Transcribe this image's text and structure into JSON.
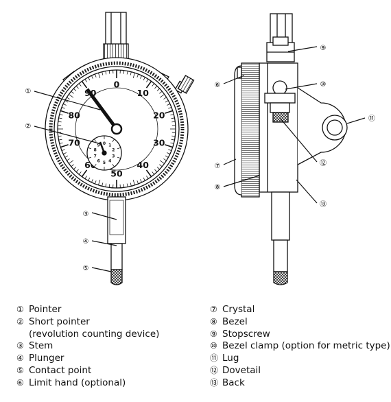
{
  "dial": {
    "major_numbers": [
      "0",
      "10",
      "20",
      "30",
      "40",
      "50",
      "60",
      "70",
      "80",
      "90"
    ],
    "revolution_numbers": [
      "0",
      "1",
      "2",
      "3",
      "4",
      "5",
      "6",
      "7",
      "8",
      "9"
    ]
  },
  "callouts": {
    "left": [
      "①",
      "②",
      "③",
      "④",
      "⑤"
    ],
    "right": [
      "⑥",
      "⑦",
      "⑧",
      "⑨",
      "⑩",
      "⑪",
      "⑫",
      "⑬"
    ]
  },
  "legend_left": [
    {
      "num": "①",
      "label": "Pointer"
    },
    {
      "num": "②",
      "label": "Short pointer",
      "continuation": "(revolution counting device)"
    },
    {
      "num": "③",
      "label": "Stem"
    },
    {
      "num": "④",
      "label": "Plunger"
    },
    {
      "num": "⑤",
      "label": "Contact point"
    },
    {
      "num": "⑥",
      "label": "Limit hand (optional)"
    }
  ],
  "legend_right": [
    {
      "num": "⑦",
      "label": "Crystal"
    },
    {
      "num": "⑧",
      "label": "Bezel"
    },
    {
      "num": "⑨",
      "label": "Stopscrew"
    },
    {
      "num": "⑩",
      "label": "Bezel clamp (option for metric type)"
    },
    {
      "num": "⑪",
      "label": "Lug"
    },
    {
      "num": "⑫",
      "label": "Dovetail"
    },
    {
      "num": "⑬",
      "label": "Back"
    }
  ],
  "colors": {
    "line": "#111111",
    "fill": "#ffffff",
    "knurl": "#222222"
  }
}
